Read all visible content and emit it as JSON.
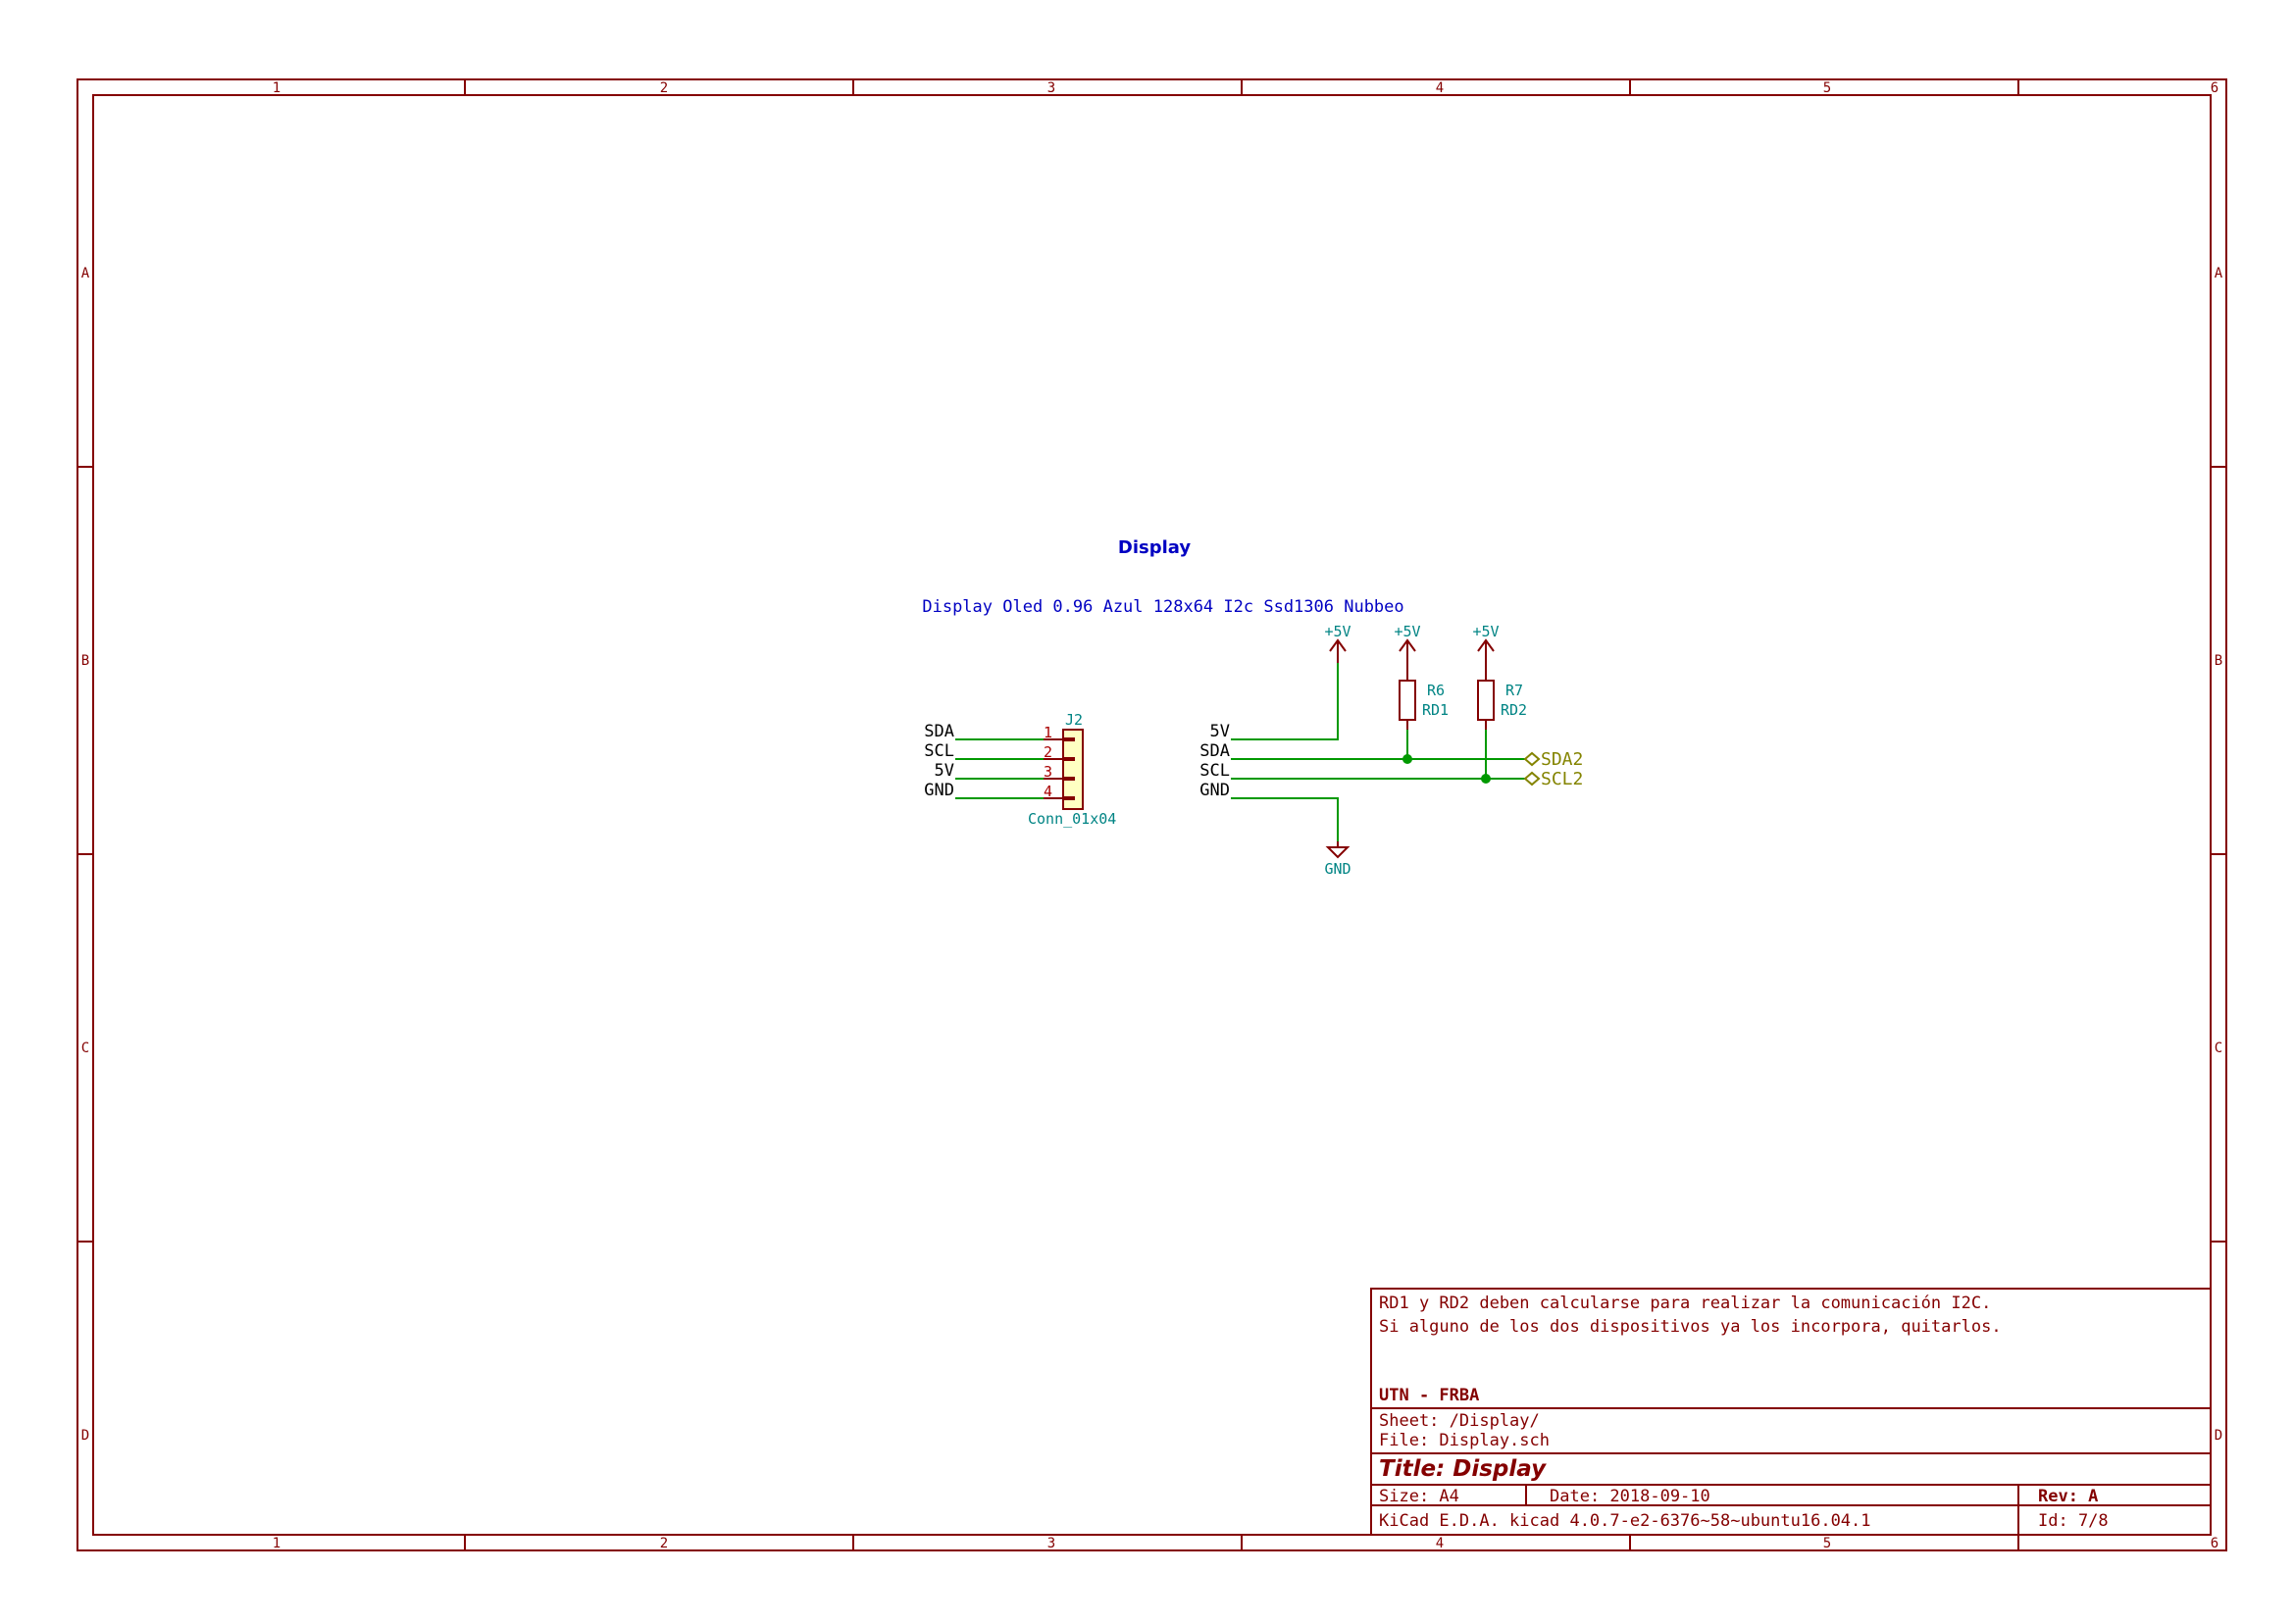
{
  "colors": {
    "frame": "#840000",
    "wire": "#009900",
    "net_text": "#000000",
    "power_text": "#008484",
    "component": "#840000",
    "component_fill": "#ffffc2",
    "pin_number": "#a90000",
    "global_label": "#848400",
    "note_text": "#0000c2",
    "junction": "#009900"
  },
  "frame": {
    "columns": [
      "1",
      "2",
      "3",
      "4",
      "5",
      "6"
    ],
    "rows": [
      "A",
      "B",
      "C",
      "D"
    ]
  },
  "notes": {
    "heading": "Display",
    "description": "Display Oled 0.96 Azul 128x64 I2c Ssd1306 Nubbeo"
  },
  "connector": {
    "ref": "J2",
    "value": "Conn_01x04",
    "pins": [
      {
        "number": "1",
        "net": "SDA"
      },
      {
        "number": "2",
        "net": "SCL"
      },
      {
        "number": "3",
        "net": "5V"
      },
      {
        "number": "4",
        "net": "GND"
      }
    ]
  },
  "nets_right": [
    "5V",
    "SDA",
    "SCL",
    "GND"
  ],
  "power": {
    "vcc1": "+5V",
    "vcc2": "+5V",
    "vcc3": "+5V",
    "gnd": "GND"
  },
  "resistors": [
    {
      "ref": "R6",
      "value": "RD1"
    },
    {
      "ref": "R7",
      "value": "RD2"
    }
  ],
  "global_labels": [
    "SDA2",
    "SCL2"
  ],
  "title_block": {
    "comment1": "RD1 y RD2 deben calcularse para realizar la comunicación I2C.",
    "comment2": "Si alguno de los dos dispositivos ya los incorpora, quitarlos.",
    "company": "UTN - FRBA",
    "sheet": "Sheet: /Display/",
    "file": "File: Display.sch",
    "title": "Title: Display",
    "size": "Size: A4",
    "date": "Date: 2018-09-10",
    "rev": "Rev: A",
    "tool": "KiCad E.D.A.  kicad 4.0.7-e2-6376~58~ubuntu16.04.1",
    "id": "Id: 7/8"
  }
}
